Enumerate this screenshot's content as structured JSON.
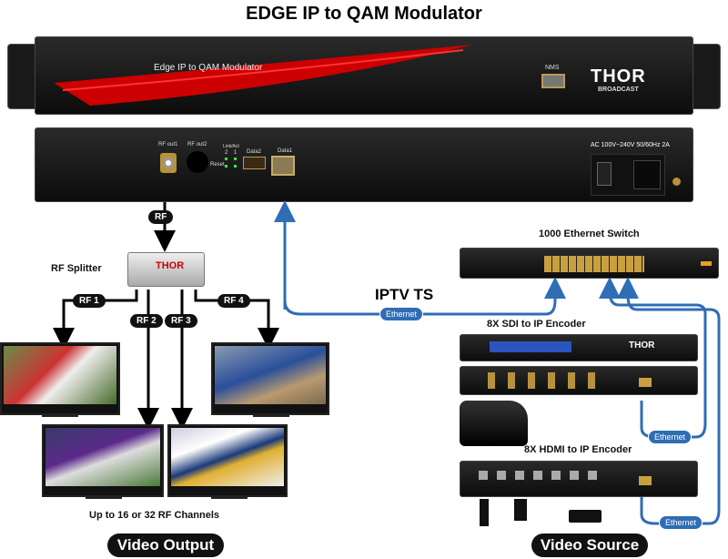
{
  "title": "EDGE IP to QAM Modulator",
  "modulator": {
    "front_label": "Edge IP to QAM Modulator",
    "nms_label": "NMS",
    "brand": "THOR",
    "brand_sub": "BROADCAST",
    "rear": {
      "rf_out1": "RF out1",
      "rf_out2": "RF out2",
      "reset": "Reset",
      "link_act": "Link/Act",
      "port2": "2",
      "port1": "1",
      "data2": "Data2",
      "data1": "Data1",
      "power": "AC 100V~240V 50/60Hz 2A"
    }
  },
  "rf_label": "RF",
  "splitter_label": "RF Splitter",
  "rf_outputs": [
    "RF 1",
    "RF 2",
    "RF 3",
    "RF 4"
  ],
  "channels_caption": "Up to 16 or 32 RF Channels",
  "video_output": "Video Output",
  "switch_label": "1000 Ethernet Switch",
  "iptv_label": "IPTV TS",
  "ethernet_label": "Ethernet",
  "sdi_encoder_label": "8X SDI to IP Encoder",
  "hdmi_encoder_label": "8X HDMI to IP Encoder",
  "video_source": "Video Source",
  "colors": {
    "ethernet": "#2f6db5",
    "accent_red": "#d11"
  }
}
